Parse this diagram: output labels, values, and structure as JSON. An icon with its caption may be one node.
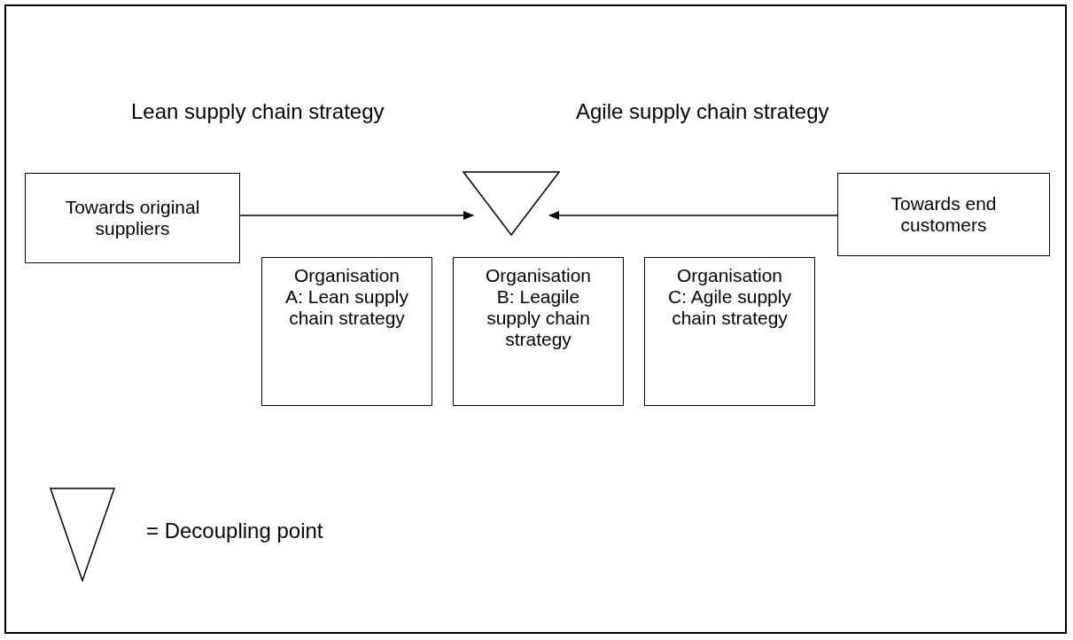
{
  "diagram": {
    "nodes": [
      {
        "text": [
          "Towards original suppliers"
        ]
      },
      {
        "text": [],
        "shape": "triangle"
      },
      {
        "text": [
          "Towards end customers"
        ]
      },
      {
        "text": [
          "Organisation A: Lean supply chain strategy"
        ]
      },
      {
        "text": [
          "Organisation B: Leagile supply chain strategy"
        ]
      },
      {
        "text": [
          "Organisation C: Agile supply chain strategy"
        ]
      }
    ],
    "edges": [
      {
        "from": 0,
        "to": 1,
        "arrow": "to"
      },
      {
        "from": 2,
        "to": 1,
        "arrow": "to"
      }
    ],
    "labels": [
      "Lean supply chain strategy",
      "Agile supply chain strategy"
    ],
    "legend": [
      {
        "text": "= Decoupling point"
      }
    ]
  }
}
